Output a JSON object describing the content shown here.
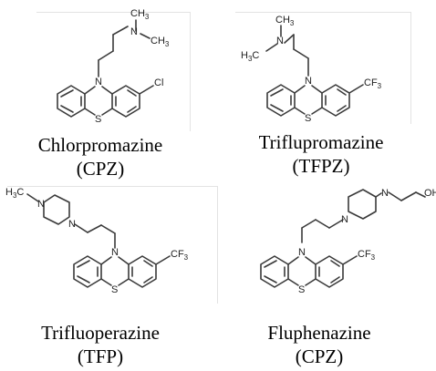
{
  "compounds": [
    {
      "name": "Chlorpromazine",
      "abbr": "(CPZ)",
      "atoms": {
        "n_ring": "N",
        "s_ring": "S",
        "n_chain": "N",
        "methyl_1": "CH",
        "methyl_1_sub": "3",
        "methyl_2": "CH",
        "methyl_2_sub": "3",
        "substituent": "Cl"
      }
    },
    {
      "name": "Triflupromazine",
      "abbr": "(TFPZ)",
      "atoms": {
        "n_ring": "N",
        "s_ring": "S",
        "n_chain": "N",
        "methyl_1": "CH",
        "methyl_1_sub": "3",
        "methyl_2": "H",
        "methyl_2_sub": "3",
        "methyl_2_tail": "C",
        "substituent": "CF",
        "substituent_sub": "3"
      }
    },
    {
      "name": "Trifluoperazine",
      "abbr": "(TFP)",
      "atoms": {
        "n_ring": "N",
        "s_ring": "S",
        "n_pip_1": "N",
        "n_pip_2": "N",
        "methyl": "H",
        "methyl_sub": "3",
        "methyl_tail": "C",
        "substituent": "CF",
        "substituent_sub": "3"
      }
    },
    {
      "name": "Fluphenazine",
      "abbr": "(CPZ)",
      "atoms": {
        "n_ring": "N",
        "s_ring": "S",
        "n_pip_1": "N",
        "n_pip_2": "N",
        "hydroxyl": "OH",
        "substituent": "CF",
        "substituent_sub": "3"
      }
    }
  ]
}
